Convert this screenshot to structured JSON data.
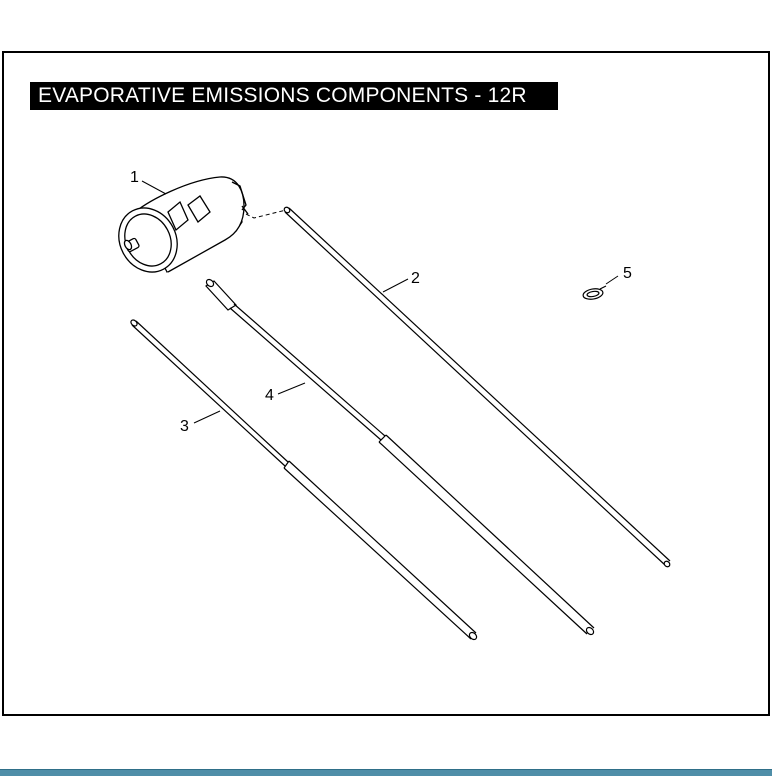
{
  "title": "EVAPORATIVE EMISSIONS COMPONENTS - 12R",
  "callouts": [
    {
      "id": "1",
      "label": "1",
      "part": "canister"
    },
    {
      "id": "2",
      "label": "2",
      "part": "hose-long"
    },
    {
      "id": "3",
      "label": "3",
      "part": "hose-left"
    },
    {
      "id": "4",
      "label": "4",
      "part": "hose-middle"
    },
    {
      "id": "5",
      "label": "5",
      "part": "clip"
    }
  ],
  "colors": {
    "frame": "#000000",
    "title_bg": "#000000",
    "title_text": "#ffffff",
    "bottom_bar": "#4f8ea8"
  }
}
